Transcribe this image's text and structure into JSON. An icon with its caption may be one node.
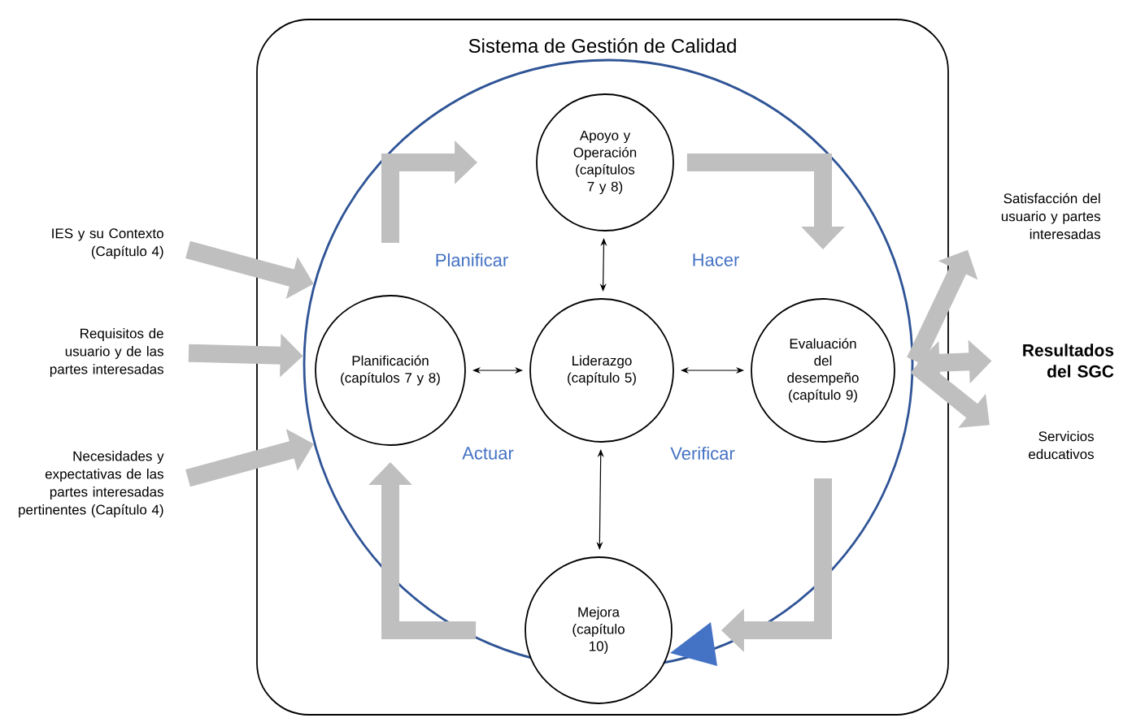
{
  "diagram": {
    "nodes": [
      {
        "text": [
          "Sistema de Gestión de Calidad"
        ]
      },
      {
        "text": [],
        "shape": "circle",
        "in": 0
      },
      {
        "text": [
          "Apoyo y Operación (capítulos 7 y 8)"
        ],
        "in": 1
      },
      {
        "text": [
          "Planificación (capítulos 7 y 8)"
        ],
        "in": 1
      },
      {
        "text": [
          "Liderazgo (capítulo 5)"
        ],
        "in": 1
      },
      {
        "text": [
          "Evaluación del desempeño (capítulo 9)"
        ],
        "in": 1
      },
      {
        "text": [
          "Mejora (capítulo 10)"
        ],
        "in": 0
      },
      {
        "text": [
          "IES y su Contexto (Capítulo 4)"
        ]
      },
      {
        "text": [
          "Requisitos de usuario y de las partes interesadas"
        ]
      },
      {
        "text": [
          "Necesidades y expectativas de las partes interesadas pertinentes (Capítulo 4)"
        ]
      },
      {
        "text": [
          "Resultados del SGC"
        ]
      },
      {
        "text": [
          "Satisfacción del usuario y partes interesadas"
        ]
      },
      {
        "text": [
          "Servicios educativos"
        ]
      }
    ],
    "edges": [
      {
        "from": 4,
        "to": 2,
        "arrow": "both",
        "color": "#000000"
      },
      {
        "from": 4,
        "to": 3,
        "arrow": "both",
        "color": "#000000"
      },
      {
        "from": 4,
        "to": 5,
        "arrow": "both",
        "color": "#000000"
      },
      {
        "from": 4,
        "to": 6,
        "arrow": "both",
        "color": "#000000"
      },
      {
        "from": 3,
        "to": 2,
        "arrow": "to"
      },
      {
        "from": 2,
        "to": 5,
        "arrow": "to"
      },
      {
        "from": 5,
        "to": 6,
        "arrow": "to"
      },
      {
        "from": 6,
        "to": 3,
        "arrow": "to"
      },
      {
        "from": 7,
        "to": 1,
        "arrow": "to"
      },
      {
        "from": 8,
        "to": 1,
        "arrow": "to"
      },
      {
        "from": 9,
        "to": 1,
        "arrow": "to"
      },
      {
        "from": 10,
        "to": 1,
        "arrow": "both"
      },
      {
        "from": 1,
        "to": 11,
        "arrow": "to"
      },
      {
        "from": 1,
        "to": 12,
        "arrow": "to"
      }
    ],
    "labels": [
      "Planificar",
      "Hacer",
      "Actuar",
      "Verificar"
    ]
  }
}
